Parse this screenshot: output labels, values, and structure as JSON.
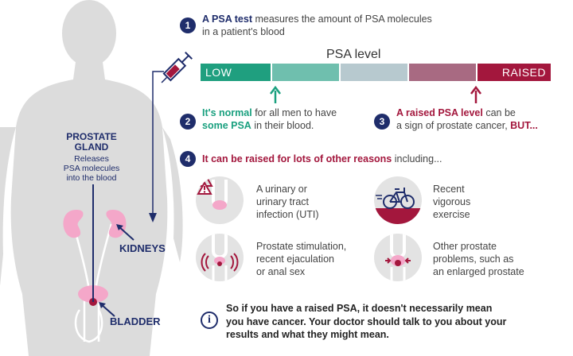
{
  "colors": {
    "navy": "#1f2d6b",
    "green": "#1aa07f",
    "red": "#a3173d",
    "silhouette": "#dcdcdc",
    "organ_pink": "#f4a7c9"
  },
  "body": {
    "prostate_title": [
      "PROSTATE",
      "GLAND"
    ],
    "prostate_sub": [
      "Releases",
      "PSA molecules",
      "into the blood"
    ],
    "kidneys": "KIDNEYS",
    "bladder": "BLADDER"
  },
  "step1": {
    "num": "1",
    "bold": "A PSA test",
    "line1_rest": " measures the amount of PSA molecules",
    "line2": "in a patient's blood"
  },
  "psa_level": {
    "title": "PSA level",
    "low": "LOW",
    "raised": "RAISED",
    "segments": [
      "#1f9f7f",
      "#6fbfae",
      "#b7c9cf",
      "#a86a82",
      "#a3173d"
    ]
  },
  "step2": {
    "num": "2",
    "green1": "It's normal",
    "rest1": " for all men to have",
    "green2": "some PSA",
    "rest2": " in their blood."
  },
  "step3": {
    "num": "3",
    "red1": "A raised PSA level",
    "rest1": " can be",
    "rest2": "a sign of prostate cancer, ",
    "red2": "BUT..."
  },
  "step4": {
    "num": "4",
    "red": "It can be raised for lots of other reasons",
    "rest": " including..."
  },
  "reasons": [
    {
      "icon": "uti-warning-icon",
      "lines": [
        "A urinary or",
        "urinary tract",
        "infection (UTI)"
      ]
    },
    {
      "icon": "bicycle-icon",
      "lines": [
        "Recent",
        "vigorous",
        "exercise"
      ]
    },
    {
      "icon": "prostate-stimulation-icon",
      "lines": [
        "Prostate stimulation,",
        "recent ejaculation",
        "or anal sex"
      ]
    },
    {
      "icon": "enlarged-prostate-icon",
      "lines": [
        "Other prostate",
        "problems, such as",
        "an enlarged prostate"
      ]
    }
  ],
  "conclusion": {
    "icon": "info-icon",
    "glyph": "i",
    "lines": [
      "So if you have a raised PSA, it doesn't necessarily mean",
      "you have cancer. Your doctor should talk to you about your",
      "results and what they might mean."
    ]
  }
}
